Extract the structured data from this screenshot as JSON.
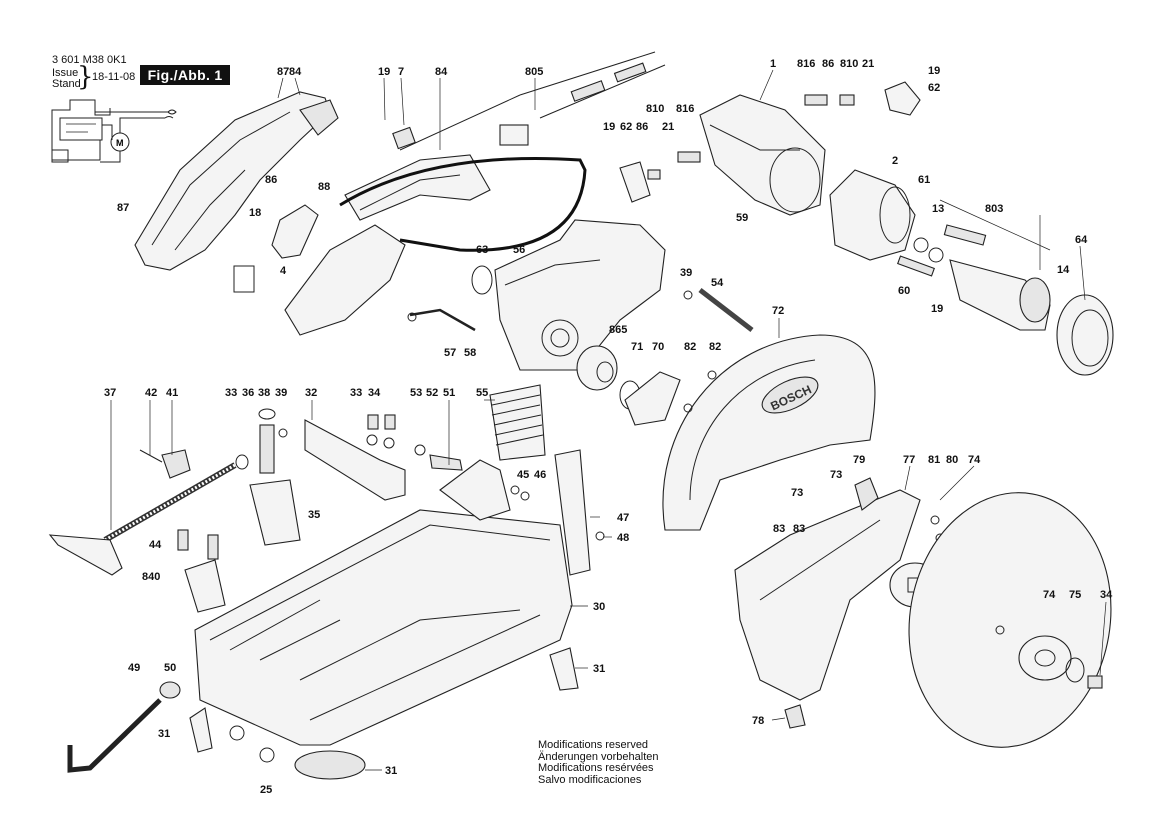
{
  "header": {
    "doc_number": "3 601 M38 0K1",
    "issue_label": "Issue",
    "stand_label": "Stand",
    "date": "18-11-08",
    "figure_label": "Fig./Abb. 1"
  },
  "notes": [
    "Modifications reserved",
    "Änderungen vorbehalten",
    "Modifications resérvées",
    "Salvo modificaciones"
  ],
  "logo_text": "BOSCH",
  "part_numbers": {
    "p87a": "87",
    "p84a": "84",
    "p19a": "19",
    "p7": "7",
    "p84b": "84",
    "p805": "805",
    "p1": "1",
    "p816a": "816",
    "p86a": "86",
    "p810a": "810",
    "p21a": "21",
    "p19b": "19",
    "p62a": "62",
    "p810b": "810",
    "p816b": "816",
    "p19c": "19",
    "p62b": "62",
    "p86b": "86",
    "p21b": "21",
    "p86c": "86",
    "p88": "88",
    "p18": "18",
    "p87b": "87",
    "p4": "4",
    "p59": "59",
    "p2": "2",
    "p61": "61",
    "p13": "13",
    "p803": "803",
    "p63": "63",
    "p56": "56",
    "p39a": "39",
    "p54": "54",
    "p64": "64",
    "p14": "14",
    "p60": "60",
    "p19d": "19",
    "p72": "72",
    "p865": "865",
    "p71": "71",
    "p70": "70",
    "p82a": "82",
    "p82b": "82",
    "p57": "57",
    "p58": "58",
    "p37": "37",
    "p42": "42",
    "p41": "41",
    "p33a": "33",
    "p36": "36",
    "p38": "38",
    "p39b": "39",
    "p32": "32",
    "p33b": "33",
    "p34a": "34",
    "p53": "53",
    "p52": "52",
    "p51": "51",
    "p55": "55",
    "p45": "45",
    "p46": "46",
    "p47": "47",
    "p48": "48",
    "p35": "35",
    "p44": "44",
    "p840": "840",
    "p30": "30",
    "p31a": "31",
    "p49": "49",
    "p50": "50",
    "p31b": "31",
    "p25": "25",
    "p31c": "31",
    "p73a": "73",
    "p73b": "73",
    "p79": "79",
    "p77": "77",
    "p81": "81",
    "p80": "80",
    "p74a": "74",
    "p83a": "83",
    "p83b": "83",
    "p74b": "74",
    "p75": "75",
    "p34b": "34",
    "p78": "78"
  }
}
